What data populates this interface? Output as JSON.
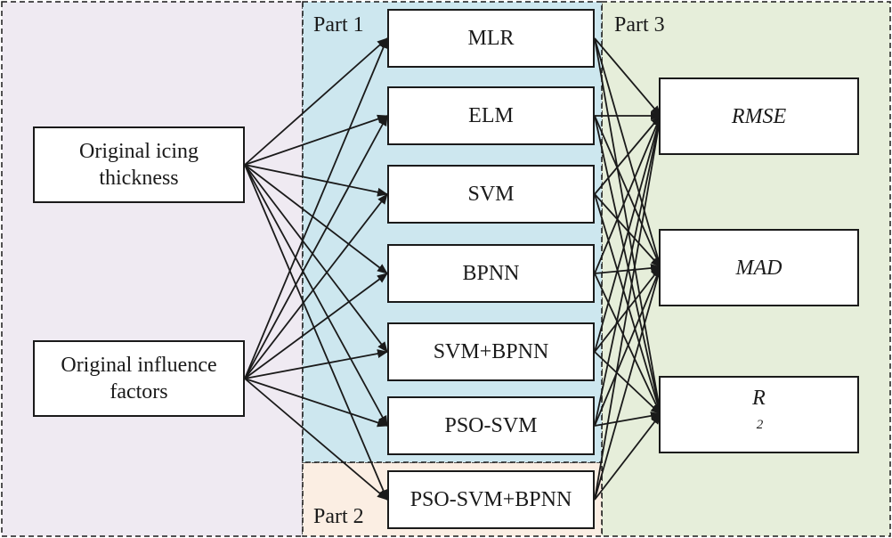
{
  "colors": {
    "input_region": "#efeaf2",
    "part1_region": "#cde7ef",
    "part2_region": "#fbeee3",
    "part3_region": "#e6eeda",
    "line": "#1a1a1a",
    "box": "#ffffff"
  },
  "regions": {
    "part1_label": "Part 1",
    "part2_label": "Part 2",
    "part3_label": "Part 3"
  },
  "inputs": [
    {
      "id": "icing",
      "lines": [
        "Original icing",
        "thickness"
      ]
    },
    {
      "id": "factors",
      "lines": [
        "Original influence",
        "factors"
      ]
    }
  ],
  "models": [
    {
      "id": "mlr",
      "label": "MLR"
    },
    {
      "id": "elm",
      "label": "ELM"
    },
    {
      "id": "svm",
      "label": "SVM"
    },
    {
      "id": "bpnn",
      "label": "BPNN"
    },
    {
      "id": "svm-bpnn",
      "label": "SVM+BPNN"
    },
    {
      "id": "pso-svm",
      "label": "PSO-SVM"
    },
    {
      "id": "pso-svm-bpnn",
      "label": "PSO-SVM+BPNN"
    }
  ],
  "metrics": [
    {
      "id": "rmse",
      "label": "RMSE"
    },
    {
      "id": "mad",
      "label": "MAD"
    },
    {
      "id": "r2",
      "label": "R",
      "sup": "2"
    }
  ],
  "edges": {
    "inputs_to_all_models": true,
    "all_models_to_all_metrics": true
  }
}
